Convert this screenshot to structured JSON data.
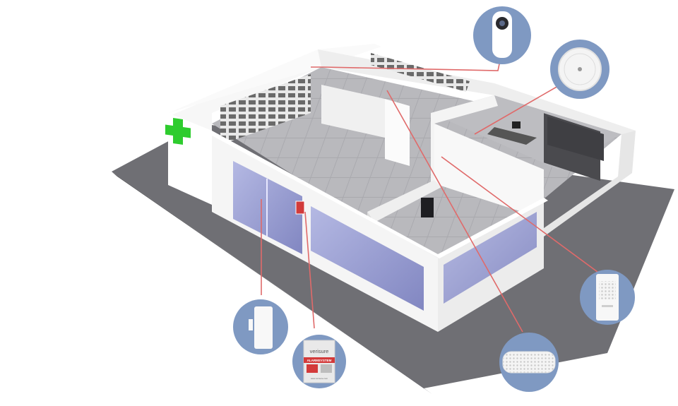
{
  "scene": {
    "description_free": true,
    "accent_line_color": "#e06a6a",
    "device_circle_color": "#7f99c2",
    "floor_color": "#6f6f74",
    "wall_color": "#f2f2f2",
    "glass_color": "#9aa0d6",
    "cross_color": "#2ecc2e"
  },
  "devices": [
    {
      "name": "camera",
      "icon": "indoor-camera-icon"
    },
    {
      "name": "smoke-detector",
      "icon": "smoke-detector-icon"
    },
    {
      "name": "control-panel",
      "icon": "control-panel-icon"
    },
    {
      "name": "keypad",
      "icon": "keypad-icon"
    },
    {
      "name": "door-sensor",
      "icon": "magnet-contact-icon"
    },
    {
      "name": "sticker",
      "icon": "alarm-sticker-icon"
    }
  ],
  "sticker": {
    "brand": "verisure",
    "band": "ALARMSYSTEM",
    "url": "www.verisure.com"
  }
}
